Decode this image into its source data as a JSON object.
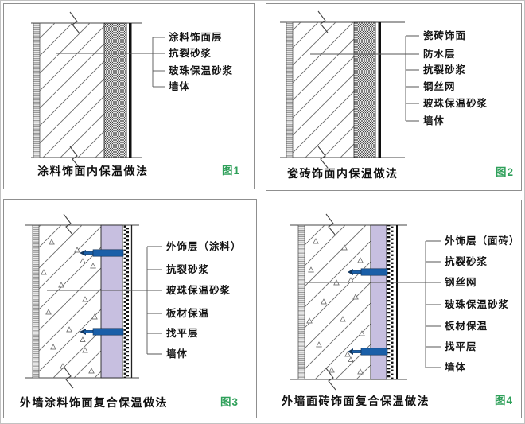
{
  "figure": {
    "panels": [
      {
        "id": "figure-1",
        "caption": "涂料饰面内保温做法",
        "tag": "图1",
        "labels": [
          "涂料饰面层",
          "抗裂砂浆",
          "玻珠保温砂浆",
          "墙体"
        ]
      },
      {
        "id": "figure-2",
        "caption": "瓷砖饰面内保温做法",
        "tag": "图2",
        "labels": [
          "瓷砖饰面",
          "防水层",
          "抗裂砂浆",
          "钢丝网",
          "玻珠保温砂浆",
          "墙体"
        ]
      },
      {
        "id": "figure-3",
        "caption": "外墙涂料饰面复合保温做法",
        "tag": "图3",
        "labels": [
          "外饰层（涂料）",
          "抗裂砂浆",
          "玻珠保温砂浆",
          "板材保温",
          "找平层",
          "墙体"
        ]
      },
      {
        "id": "figure-4",
        "caption": "外墙面砖饰面复合保温做法",
        "tag": "图4",
        "labels": [
          "外饰层（面砖）",
          "抗裂砂浆",
          "钢丝网",
          "玻珠保温砂浆",
          "板材保温",
          "找平层",
          "墙体"
        ]
      }
    ],
    "colors": {
      "board_fill": "#c7bfe0",
      "anchor_blue": "#1a5fa8",
      "tag_green": "#2fa05a"
    }
  }
}
